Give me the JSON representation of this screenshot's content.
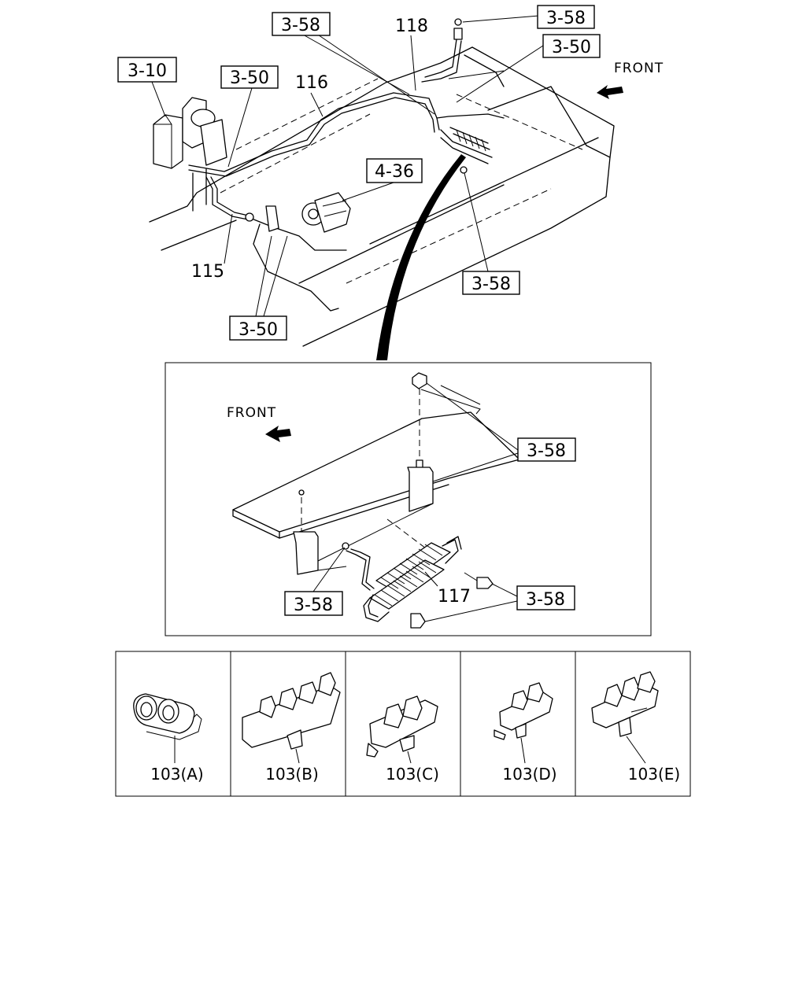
{
  "refs": {
    "r_3_10": "3-10",
    "r_3_50_a": "3-50",
    "r_3_58_a": "3-58",
    "r_3_58_b": "3-58",
    "r_3_50_b": "3-50",
    "r_4_36": "4-36",
    "r_3_58_c": "3-58",
    "r_3_50_c": "3-50",
    "r_3_58_d": "3-58",
    "r_3_58_e": "3-58",
    "r_3_58_f": "3-58"
  },
  "parts": {
    "p116": "116",
    "p118": "118",
    "p115": "115",
    "p117": "117"
  },
  "front_labels": {
    "top": "FRONT",
    "detail": "FRONT"
  },
  "clips": [
    {
      "label": "103(A)"
    },
    {
      "label": "103(B)"
    },
    {
      "label": "103(C)"
    },
    {
      "label": "103(D)"
    },
    {
      "label": "103(E)"
    }
  ]
}
